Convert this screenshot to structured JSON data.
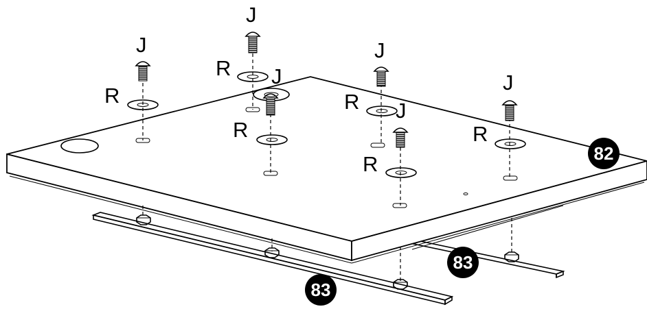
{
  "labels": {
    "screw": "J",
    "washer": "R"
  },
  "callouts": {
    "top_plate": "82",
    "rail_back": "83",
    "rail_front": "83"
  }
}
